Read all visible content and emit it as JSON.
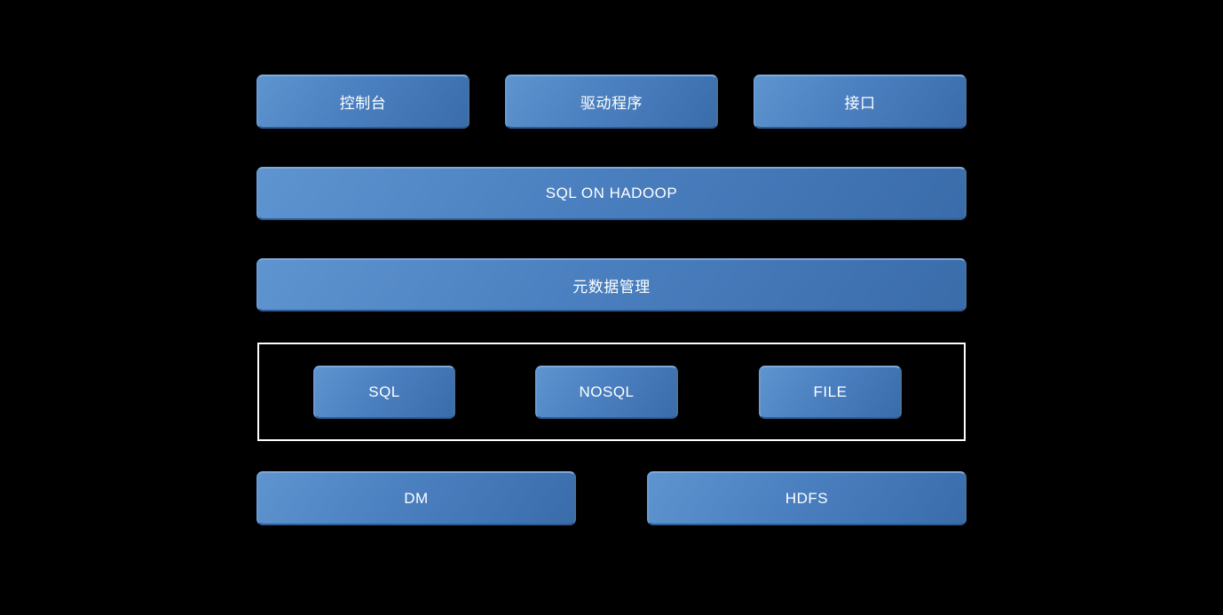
{
  "colors": {
    "background": "#000000",
    "box_gradient_start": "#5e94cf",
    "box_gradient_end": "#3a6caa",
    "box_border_light": "#7fa9db",
    "box_border_dark": "#2d5c94",
    "group_border": "#ffffff",
    "text": "#ffffff"
  },
  "diagram": {
    "layer1": {
      "boxes": [
        {
          "label": "控制台"
        },
        {
          "label": "驱动程序"
        },
        {
          "label": "接口"
        }
      ]
    },
    "layer2": {
      "label": "SQL ON HADOOP"
    },
    "layer3": {
      "label": "元数据管理"
    },
    "layer4": {
      "boxes": [
        {
          "label": "SQL"
        },
        {
          "label": "NOSQL"
        },
        {
          "label": "FILE"
        }
      ]
    },
    "layer5": {
      "boxes": [
        {
          "label": "DM"
        },
        {
          "label": "HDFS"
        }
      ]
    }
  }
}
